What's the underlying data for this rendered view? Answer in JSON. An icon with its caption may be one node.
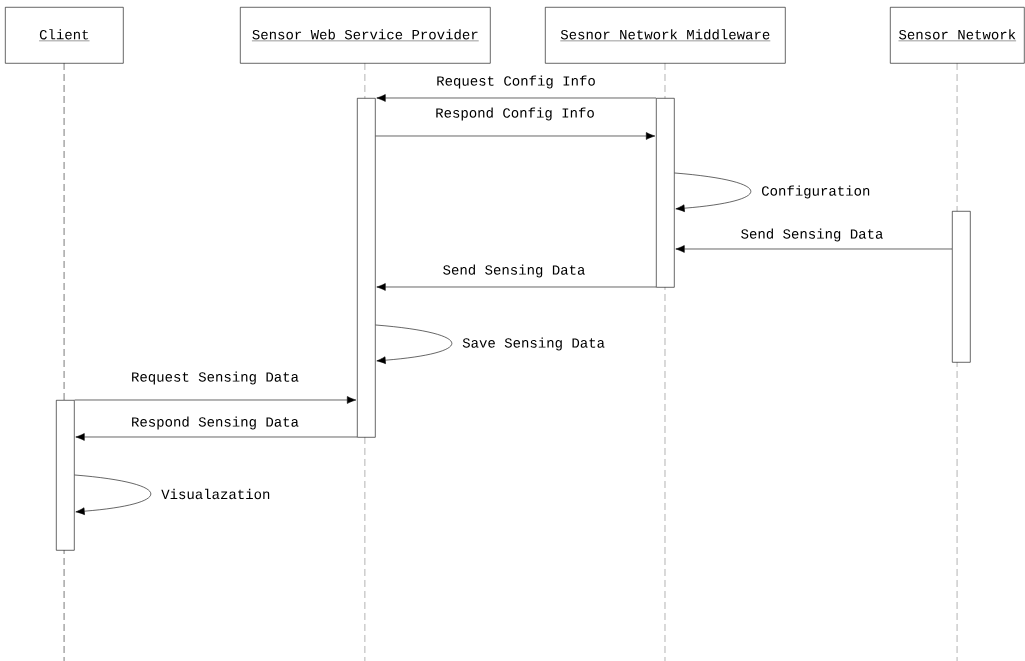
{
  "diagram": {
    "nodes": [
      {
        "text": [
          "Client"
        ]
      },
      {
        "text": [
          "Sensor Web Service Provider"
        ]
      },
      {
        "text": [
          "Sesnor Network Middleware"
        ]
      },
      {
        "text": [
          "Sensor Network"
        ]
      },
      {
        "text": [],
        "shape": "bar"
      },
      {
        "text": [],
        "shape": "bar"
      },
      {
        "text": [],
        "shape": "bar"
      },
      {
        "text": [],
        "shape": "bar"
      }
    ],
    "edges": [
      {
        "from": 6,
        "to": 5,
        "arrow": "to",
        "label": "Request Config Info"
      },
      {
        "from": 5,
        "to": 6,
        "arrow": "to",
        "label": "Respond Config Info"
      },
      {
        "from": 6,
        "to": 6,
        "arrow": "to",
        "label": "Configuration"
      },
      {
        "from": 7,
        "to": 6,
        "arrow": "to",
        "label": "Send Sensing Data"
      },
      {
        "from": 6,
        "to": 5,
        "arrow": "to",
        "label": "Send Sensing Data"
      },
      {
        "from": 5,
        "to": 5,
        "arrow": "to",
        "label": "Save Sensing Data"
      },
      {
        "from": 4,
        "to": 5,
        "arrow": "to",
        "label": "Request Sensing Data"
      },
      {
        "from": 5,
        "to": 4,
        "arrow": "to",
        "label": "Respond Sensing Data"
      },
      {
        "from": 4,
        "to": 4,
        "arrow": "to",
        "label": "Visualazation"
      }
    ]
  }
}
